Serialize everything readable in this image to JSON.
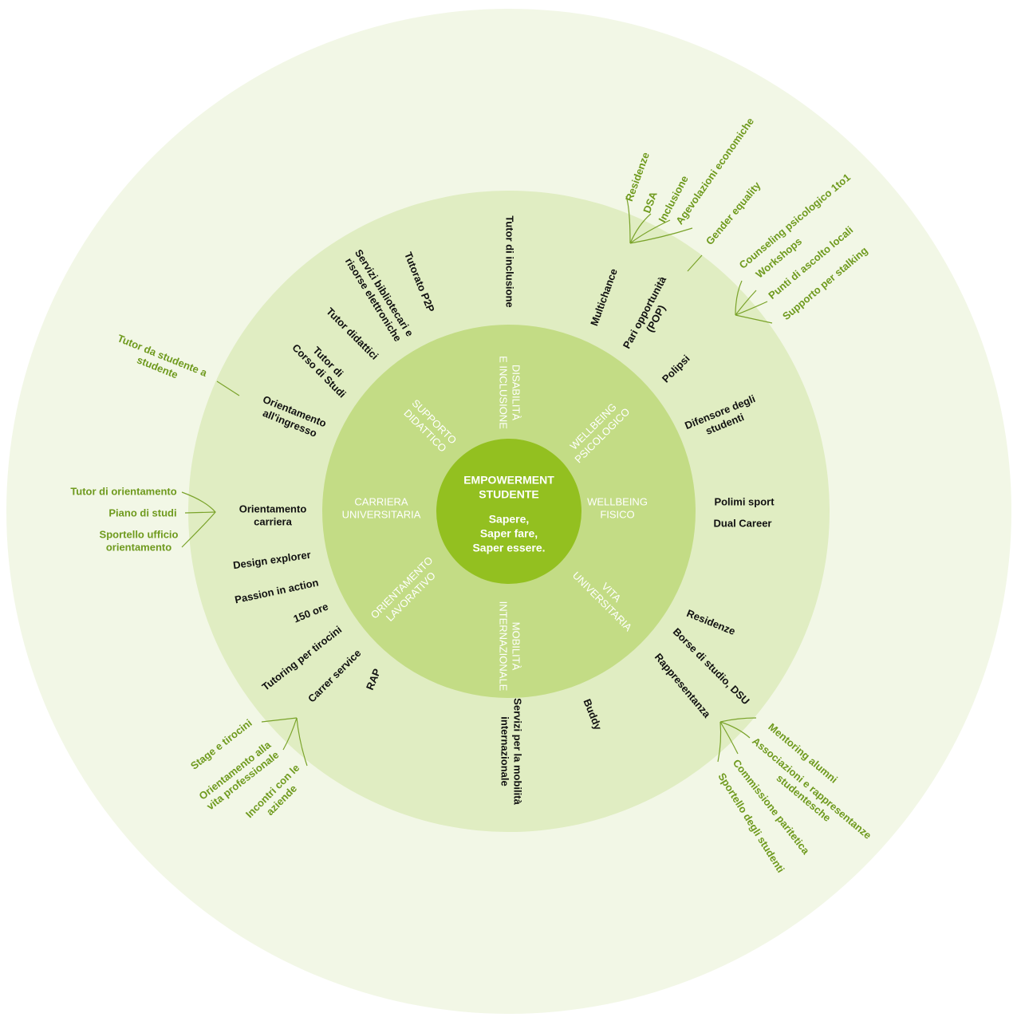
{
  "colors": {
    "outer_ring": "#f2f7e6",
    "middle_ring": "#e0edc2",
    "inner_ring": "#c3dc85",
    "core": "#93c020",
    "green_text": "#6f9a1e",
    "black_text": "#111111"
  },
  "center": {
    "title": [
      "EMPOWERMENT",
      "STUDENTE"
    ],
    "subtitle": [
      "Sapere,",
      "Saper fare,",
      "Saper essere."
    ]
  },
  "sectors": [
    {
      "lines": [
        "DISABILITÀ",
        "E INCLUSIONE"
      ]
    },
    {
      "lines": [
        "WELLBEING",
        "PSICOLOGICO"
      ]
    },
    {
      "lines": [
        "WELLBEING",
        "FISICO"
      ]
    },
    {
      "lines": [
        "VITA",
        "UNIVERSITARIA"
      ]
    },
    {
      "lines": [
        "MOBILITÀ",
        "INTERNAZIONALE"
      ]
    },
    {
      "lines": [
        "ORIENTAMENTO",
        "LAVORATIVO"
      ]
    },
    {
      "lines": [
        "CARRIERA",
        "UNIVERSITARIA"
      ]
    },
    {
      "lines": [
        "SUPPORTO",
        "DIDATTICO"
      ]
    }
  ],
  "services": [
    {
      "lines": [
        "Tutor di inclusione"
      ]
    },
    {
      "lines": [
        "Multichance"
      ]
    },
    {
      "lines": [
        "Pari opportunità",
        "(POP)"
      ]
    },
    {
      "lines": [
        "Polipsi"
      ]
    },
    {
      "lines": [
        "Difensore degli",
        "studenti"
      ]
    },
    {
      "lines": [
        "Polimi sport"
      ]
    },
    {
      "lines": [
        "Dual Career"
      ]
    },
    {
      "lines": [
        "Residenze"
      ]
    },
    {
      "lines": [
        "Borse di studio, DSU"
      ]
    },
    {
      "lines": [
        "Rappresentanza"
      ]
    },
    {
      "lines": [
        "Buddy"
      ]
    },
    {
      "lines": [
        "Servizi per la mobilità",
        "internazionale"
      ]
    },
    {
      "lines": [
        "RAP"
      ]
    },
    {
      "lines": [
        "Carrer service"
      ]
    },
    {
      "lines": [
        "Tutoring per tirocini"
      ]
    },
    {
      "lines": [
        "150 ore"
      ]
    },
    {
      "lines": [
        "Passion in action"
      ]
    },
    {
      "lines": [
        "Design explorer"
      ]
    },
    {
      "lines": [
        "Orientamento",
        "carriera"
      ]
    },
    {
      "lines": [
        "Orientamento",
        "all'ingresso"
      ]
    },
    {
      "lines": [
        "Tutor di",
        "Corso di Studi"
      ]
    },
    {
      "lines": [
        "Tutor didattici"
      ]
    },
    {
      "lines": [
        "Servizi bibliotecari e",
        "risorse elettroniche"
      ]
    },
    {
      "lines": [
        "Tutorato P2P"
      ]
    }
  ],
  "subservices": [
    {
      "lines": [
        "Residenze"
      ]
    },
    {
      "lines": [
        "DSA"
      ]
    },
    {
      "lines": [
        "Inclusione"
      ]
    },
    {
      "lines": [
        "Agevolazioni economiche"
      ]
    },
    {
      "lines": [
        "Gender equality"
      ]
    },
    {
      "lines": [
        "Counseling psicologico 1to1"
      ]
    },
    {
      "lines": [
        "Workshops"
      ]
    },
    {
      "lines": [
        "Punti di ascolto locali"
      ]
    },
    {
      "lines": [
        "Supporto per stalking"
      ]
    },
    {
      "lines": [
        "Tutor da studente a",
        "studente"
      ]
    },
    {
      "lines": [
        "Tutor di orientamento"
      ]
    },
    {
      "lines": [
        "Piano di studi"
      ]
    },
    {
      "lines": [
        "Sportello ufficio",
        "orientamento"
      ]
    },
    {
      "lines": [
        "Stage e tirocini"
      ]
    },
    {
      "lines": [
        "Orientamento alla",
        "vita professionale"
      ]
    },
    {
      "lines": [
        "Incontri con le",
        "aziende"
      ]
    },
    {
      "lines": [
        "Mentoring alumni"
      ]
    },
    {
      "lines": [
        "Associazioni e rappresentanze",
        "studentesche"
      ]
    },
    {
      "lines": [
        "Commissione paritetica"
      ]
    },
    {
      "lines": [
        "Sportello degli studenti"
      ]
    }
  ]
}
